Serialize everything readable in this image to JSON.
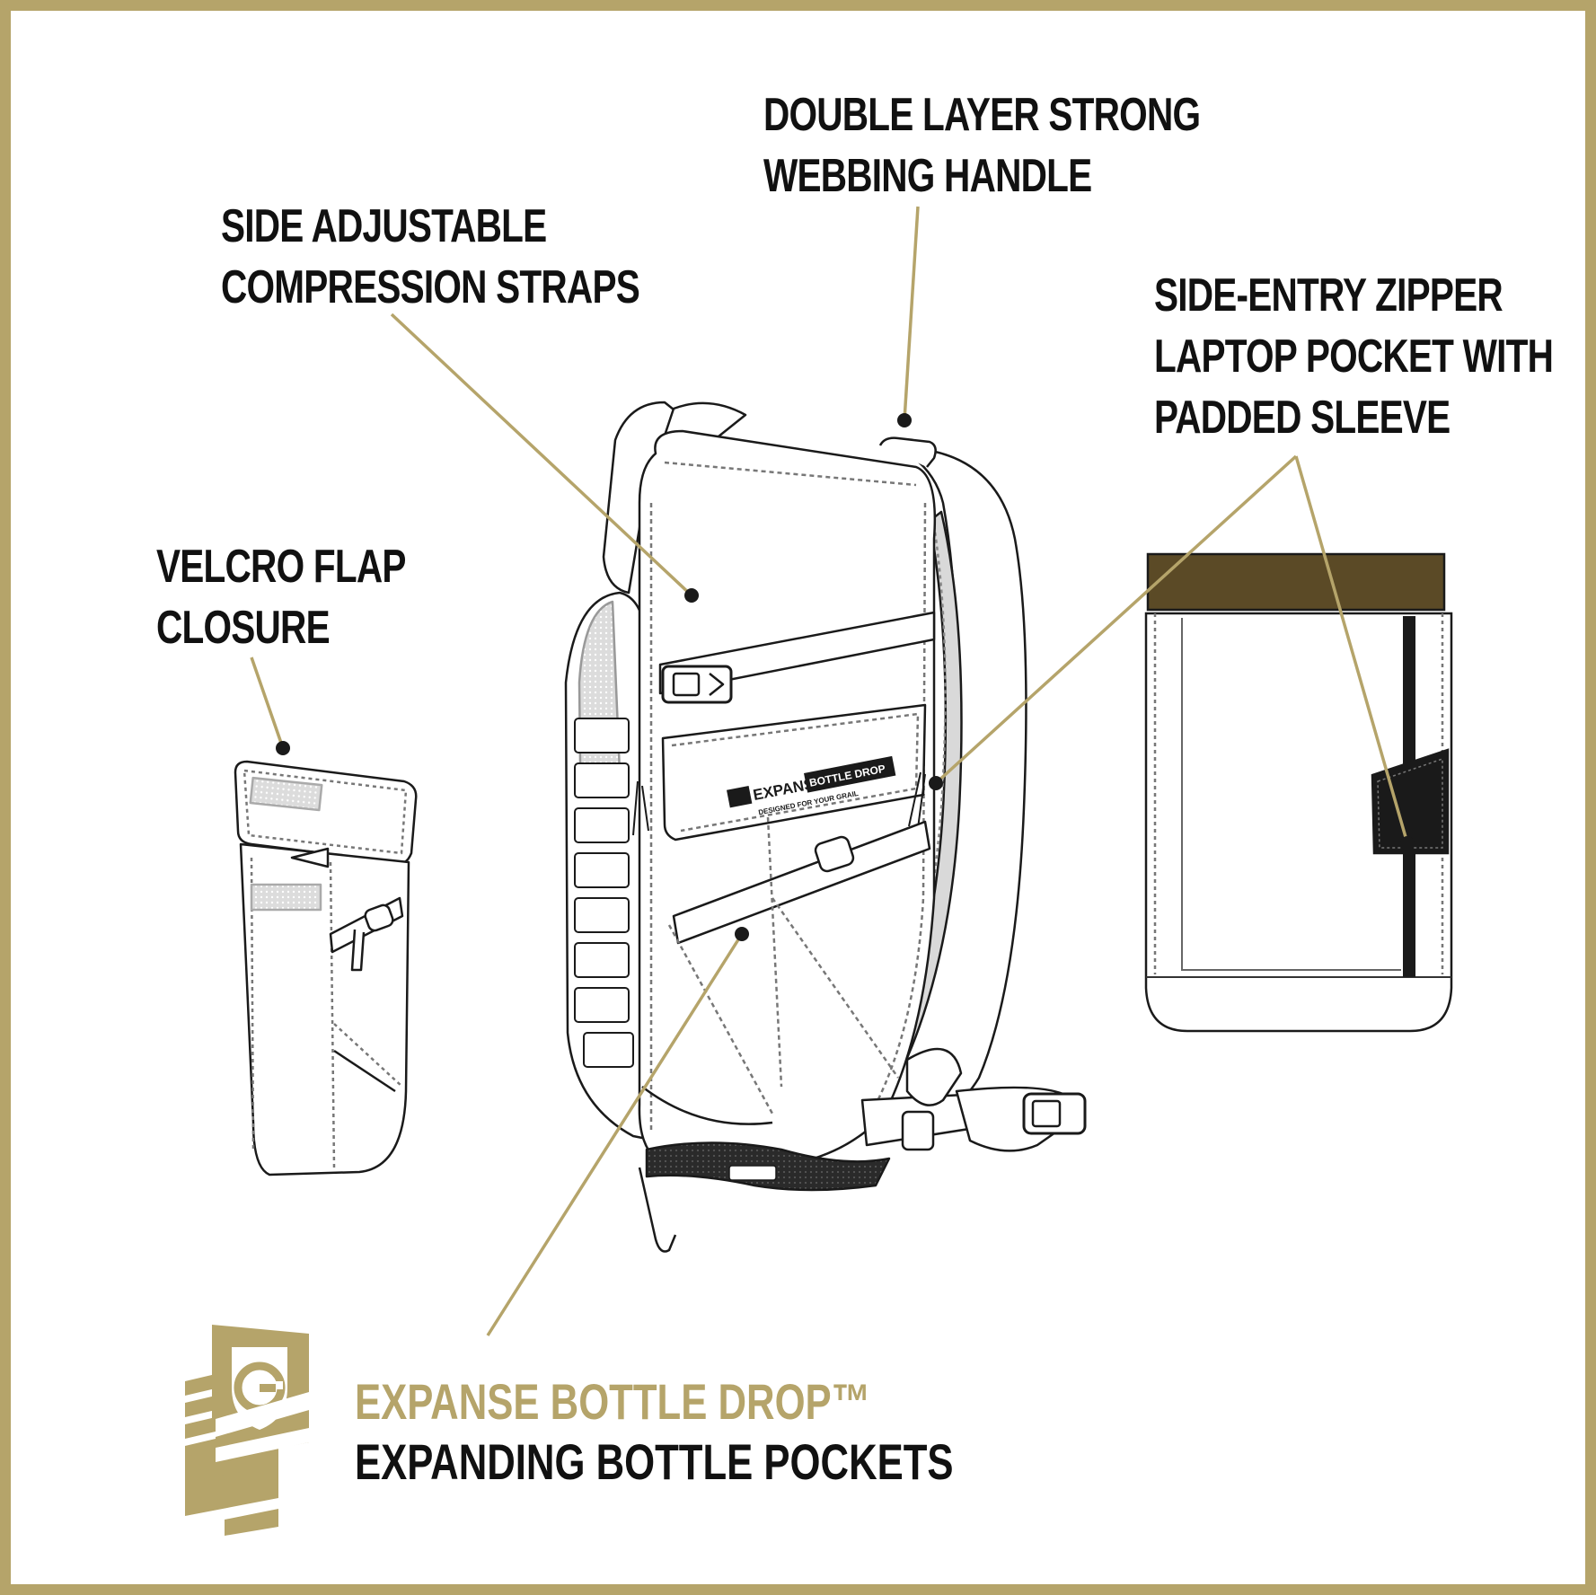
{
  "callouts": {
    "handle": [
      "DOUBLE LAYER STRONG",
      "WEBBING HANDLE"
    ],
    "compression": [
      "SIDE ADJUSTABLE",
      "COMPRESSION STRAPS"
    ],
    "laptop": [
      "SIDE-ENTRY ZIPPER",
      "LAPTOP POCKET WITH",
      "PADDED SLEEVE"
    ],
    "velcro": [
      "VELCRO FLAP",
      "CLOSURE"
    ]
  },
  "feature": {
    "name": "EXPANSE BOTTLE DROP™",
    "description": "EXPANDING BOTTLE POCKETS"
  },
  "patch": {
    "brand": "EXPANSE",
    "product": "BOTTLE DROP",
    "tagline": "DESIGNED FOR YOUR GRAIL"
  },
  "colors": {
    "frame": "#b5a46a",
    "leader_line": "#b5a46a",
    "gold_text": "#b5a46a",
    "laptop_band": "#5b4a26",
    "label_text": "#111111"
  },
  "icons": {
    "logo": "shield-g-logo"
  }
}
